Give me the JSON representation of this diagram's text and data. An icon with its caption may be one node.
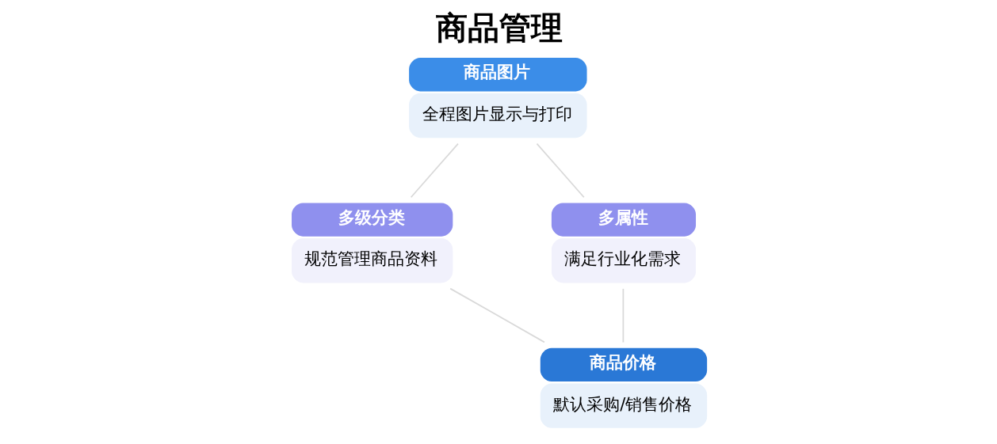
{
  "diagram": {
    "title": "商品管理",
    "nodes": [
      {
        "text": [
          "商品图片",
          "全程图片显示与打印"
        ]
      },
      {
        "text": [
          "多级分类",
          "规范管理商品资料"
        ]
      },
      {
        "text": [
          "多属性",
          "满足行业化需求"
        ]
      },
      {
        "text": [
          "商品价格",
          "默认采购/销售价格"
        ]
      }
    ],
    "edges": [
      {
        "from": 0,
        "to": 1,
        "arrow": "none",
        "color": "#d9d9d9"
      },
      {
        "from": 0,
        "to": 2,
        "arrow": "none",
        "color": "#d9d9d9"
      },
      {
        "from": 2,
        "to": 3,
        "arrow": "none",
        "color": "#d9d9d9"
      },
      {
        "from": 3,
        "to": 1,
        "arrow": "none",
        "color": "#d9d9d9"
      }
    ]
  }
}
